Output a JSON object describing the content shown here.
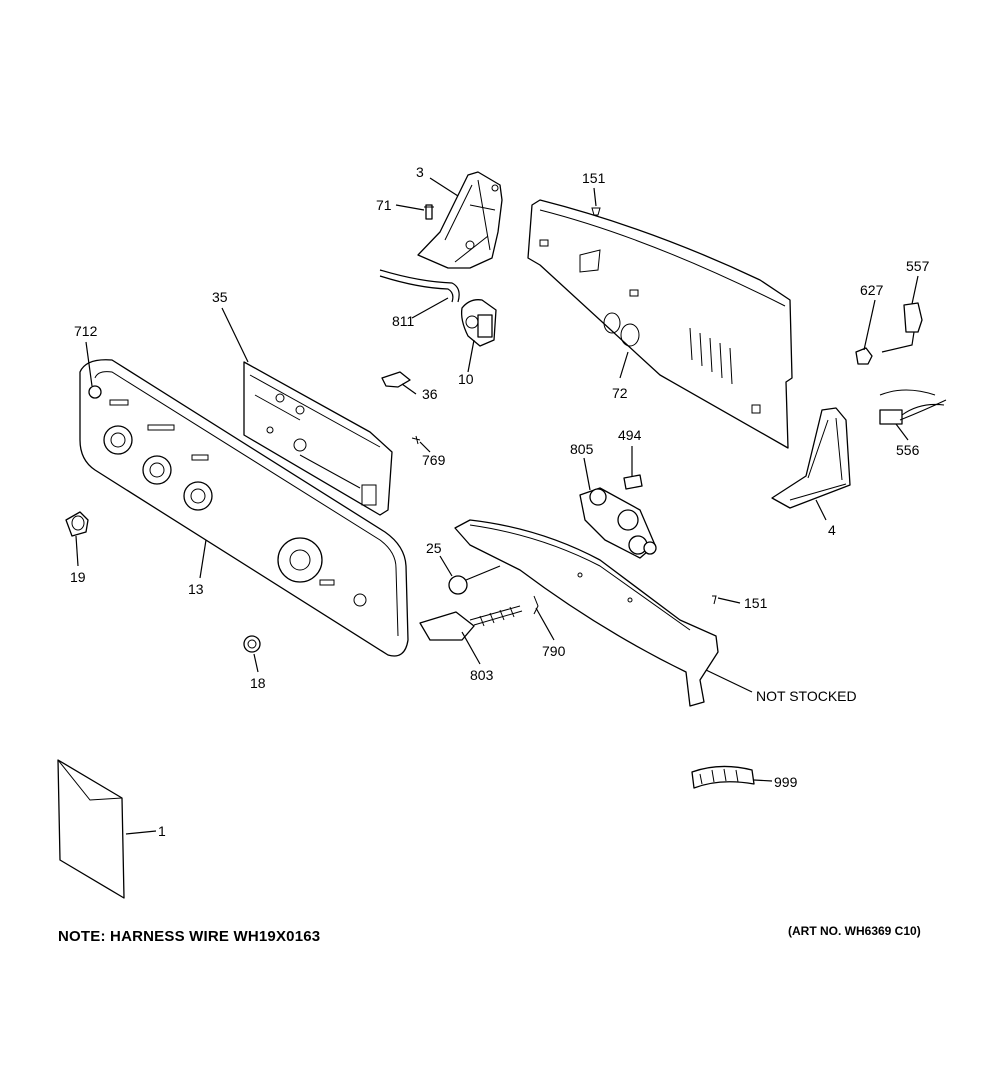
{
  "parts": {
    "p3": "3",
    "p71": "71",
    "p151a": "151",
    "p811": "811",
    "p10": "10",
    "p35": "35",
    "p36": "36",
    "p72": "72",
    "p627": "627",
    "p557": "557",
    "p556": "556",
    "p712": "712",
    "p769": "769",
    "p805": "805",
    "p494": "494",
    "p4": "4",
    "p19": "19",
    "p13": "13",
    "p25": "25",
    "p151b": "151",
    "p790": "790",
    "p803": "803",
    "p18": "18",
    "not_stocked": "NOT STOCKED",
    "p999": "999",
    "p1": "1"
  },
  "note": "NOTE: HARNESS WIRE WH19X0163",
  "art_number": "(ART NO. WH6369 C10)"
}
